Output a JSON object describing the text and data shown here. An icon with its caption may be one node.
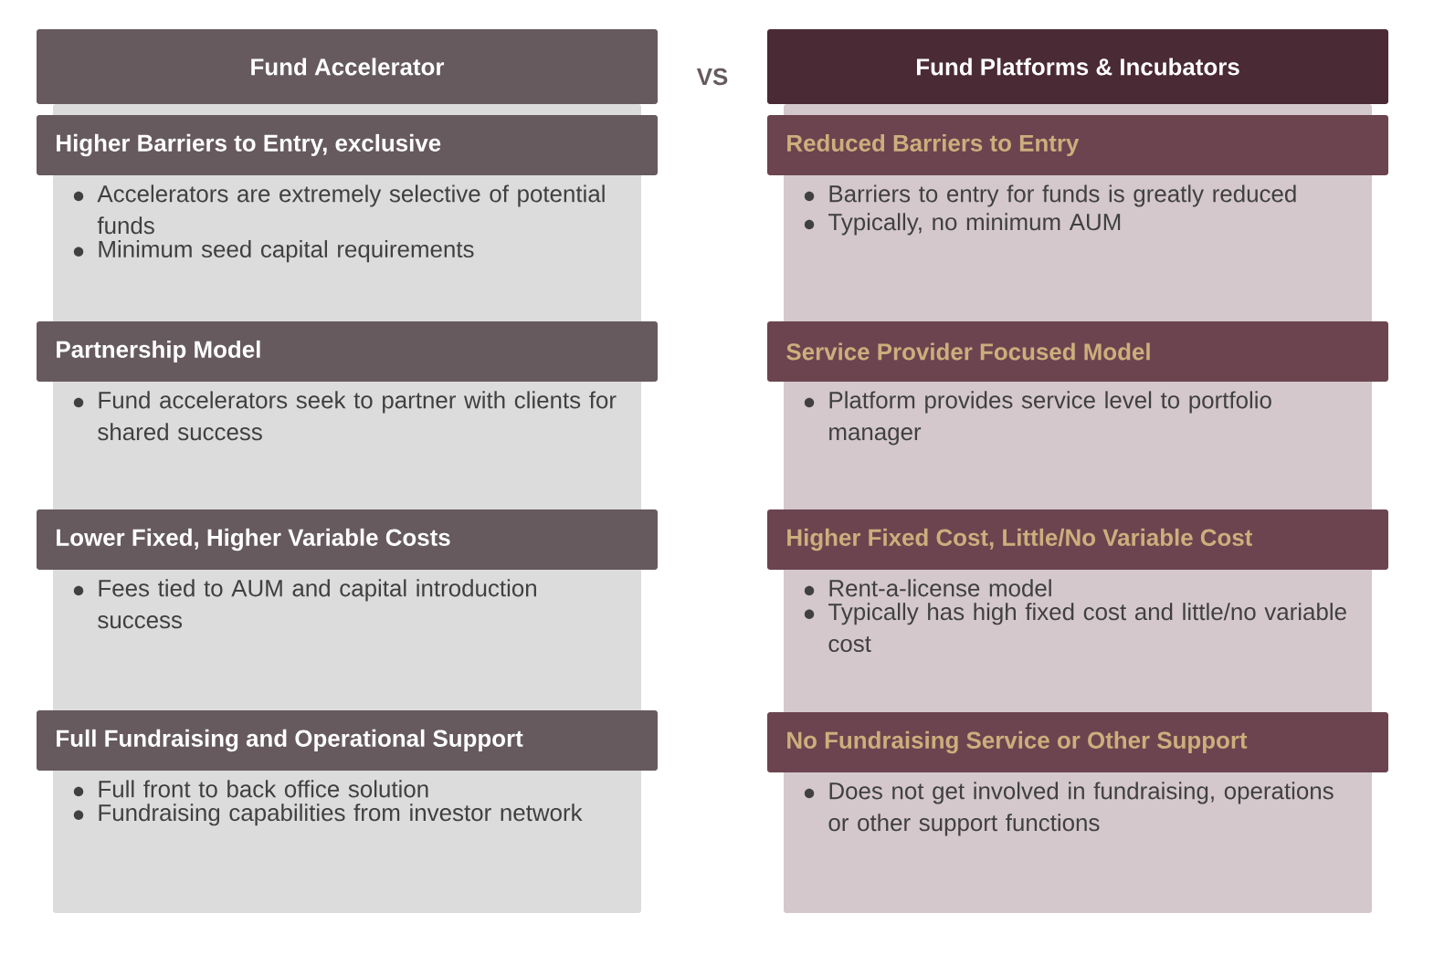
{
  "diagram": {
    "nodes": [
      {
        "text": [
          "Fund Accelerator"
        ]
      },
      {
        "text": [
          "Fund Platforms & Incubators"
        ]
      },
      {
        "text": [
          "Higher Barriers to Entry, exclusive",
          "Accelerators are extremely selective of potential funds",
          "Minimum seed capital requirements"
        ]
      },
      {
        "text": [
          "Partnership Model",
          "Fund accelerators seek to partner with clients for shared success"
        ]
      },
      {
        "text": [
          "Lower Fixed, Higher Variable Costs",
          "Fees tied to AUM and capital introduction success"
        ]
      },
      {
        "text": [
          "Full Fundraising and Operational Support",
          "Full front to back office solution",
          "Fundraising capabilities from investor network"
        ]
      },
      {
        "text": [
          "Reduced Barriers to Entry",
          "Barriers to entry for funds is greatly reduced",
          "Typically, no minimum AUM"
        ]
      },
      {
        "text": [
          "Service Provider Focused Model",
          "Platform provides service level to portfolio manager"
        ]
      },
      {
        "text": [
          "Higher Fixed Cost, Little/No Variable Cost",
          "Rent-a-license model",
          "Typically has high fixed cost and little/no variable cost"
        ]
      },
      {
        "text": [
          "No Fundraising Service or Other Support",
          "Does not get involved in fundraising, operations or other support functions"
        ]
      }
    ],
    "labels": [
      "VS"
    ]
  }
}
